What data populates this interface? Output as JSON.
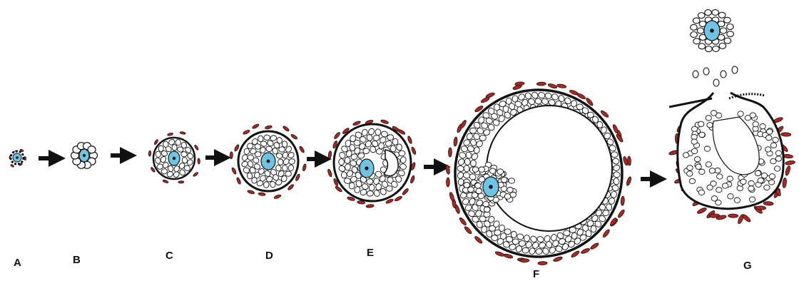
{
  "stages": [
    {
      "id": "a",
      "label": "A"
    },
    {
      "id": "b",
      "label": "B"
    },
    {
      "id": "c",
      "label": "C"
    },
    {
      "id": "d",
      "label": "D"
    },
    {
      "id": "e",
      "label": "E"
    },
    {
      "id": "f",
      "label": "F"
    },
    {
      "id": "g",
      "label": "G"
    }
  ],
  "colors": {
    "oocyte": "#6fc3e3",
    "theca": "#b3261e",
    "outline": "#111111"
  }
}
